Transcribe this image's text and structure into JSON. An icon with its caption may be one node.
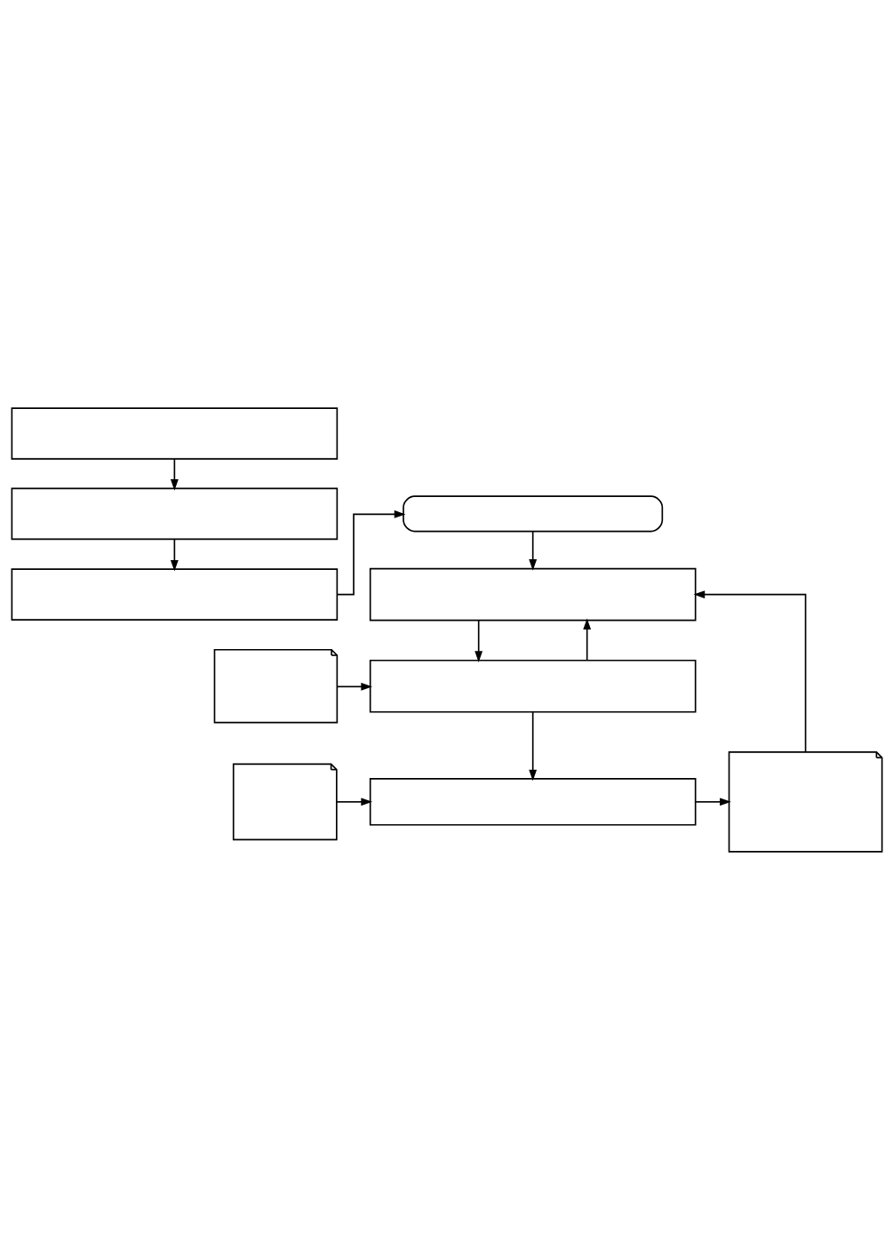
{
  "diagram": {
    "nodes": [
      {
        "text": [],
        "shape": "box"
      },
      {
        "text": [],
        "shape": "box"
      },
      {
        "text": [],
        "shape": "box"
      },
      {
        "text": [],
        "shape": "oval"
      },
      {
        "text": [],
        "shape": "box"
      },
      {
        "text": [],
        "shape": "box"
      },
      {
        "text": [],
        "shape": "note"
      },
      {
        "text": [],
        "shape": "box"
      },
      {
        "text": [],
        "shape": "note"
      },
      {
        "text": [],
        "shape": "note"
      }
    ],
    "edges": [
      {
        "from": 0,
        "to": 1,
        "arrow": "to"
      },
      {
        "from": 1,
        "to": 2,
        "arrow": "to"
      },
      {
        "from": 2,
        "to": 3,
        "arrow": "to"
      },
      {
        "from": 3,
        "to": 4,
        "arrow": "to"
      },
      {
        "from": 4,
        "to": 5,
        "arrow": "to"
      },
      {
        "from": 6,
        "to": 5,
        "arrow": "to"
      },
      {
        "from": 5,
        "to": 7,
        "arrow": "to"
      },
      {
        "from": 8,
        "to": 7,
        "arrow": "to"
      },
      {
        "from": 7,
        "to": 9,
        "arrow": "to"
      },
      {
        "from": 5,
        "to": 4,
        "arrow": "to"
      },
      {
        "from": 9,
        "to": 4,
        "arrow": "to"
      }
    ]
  }
}
